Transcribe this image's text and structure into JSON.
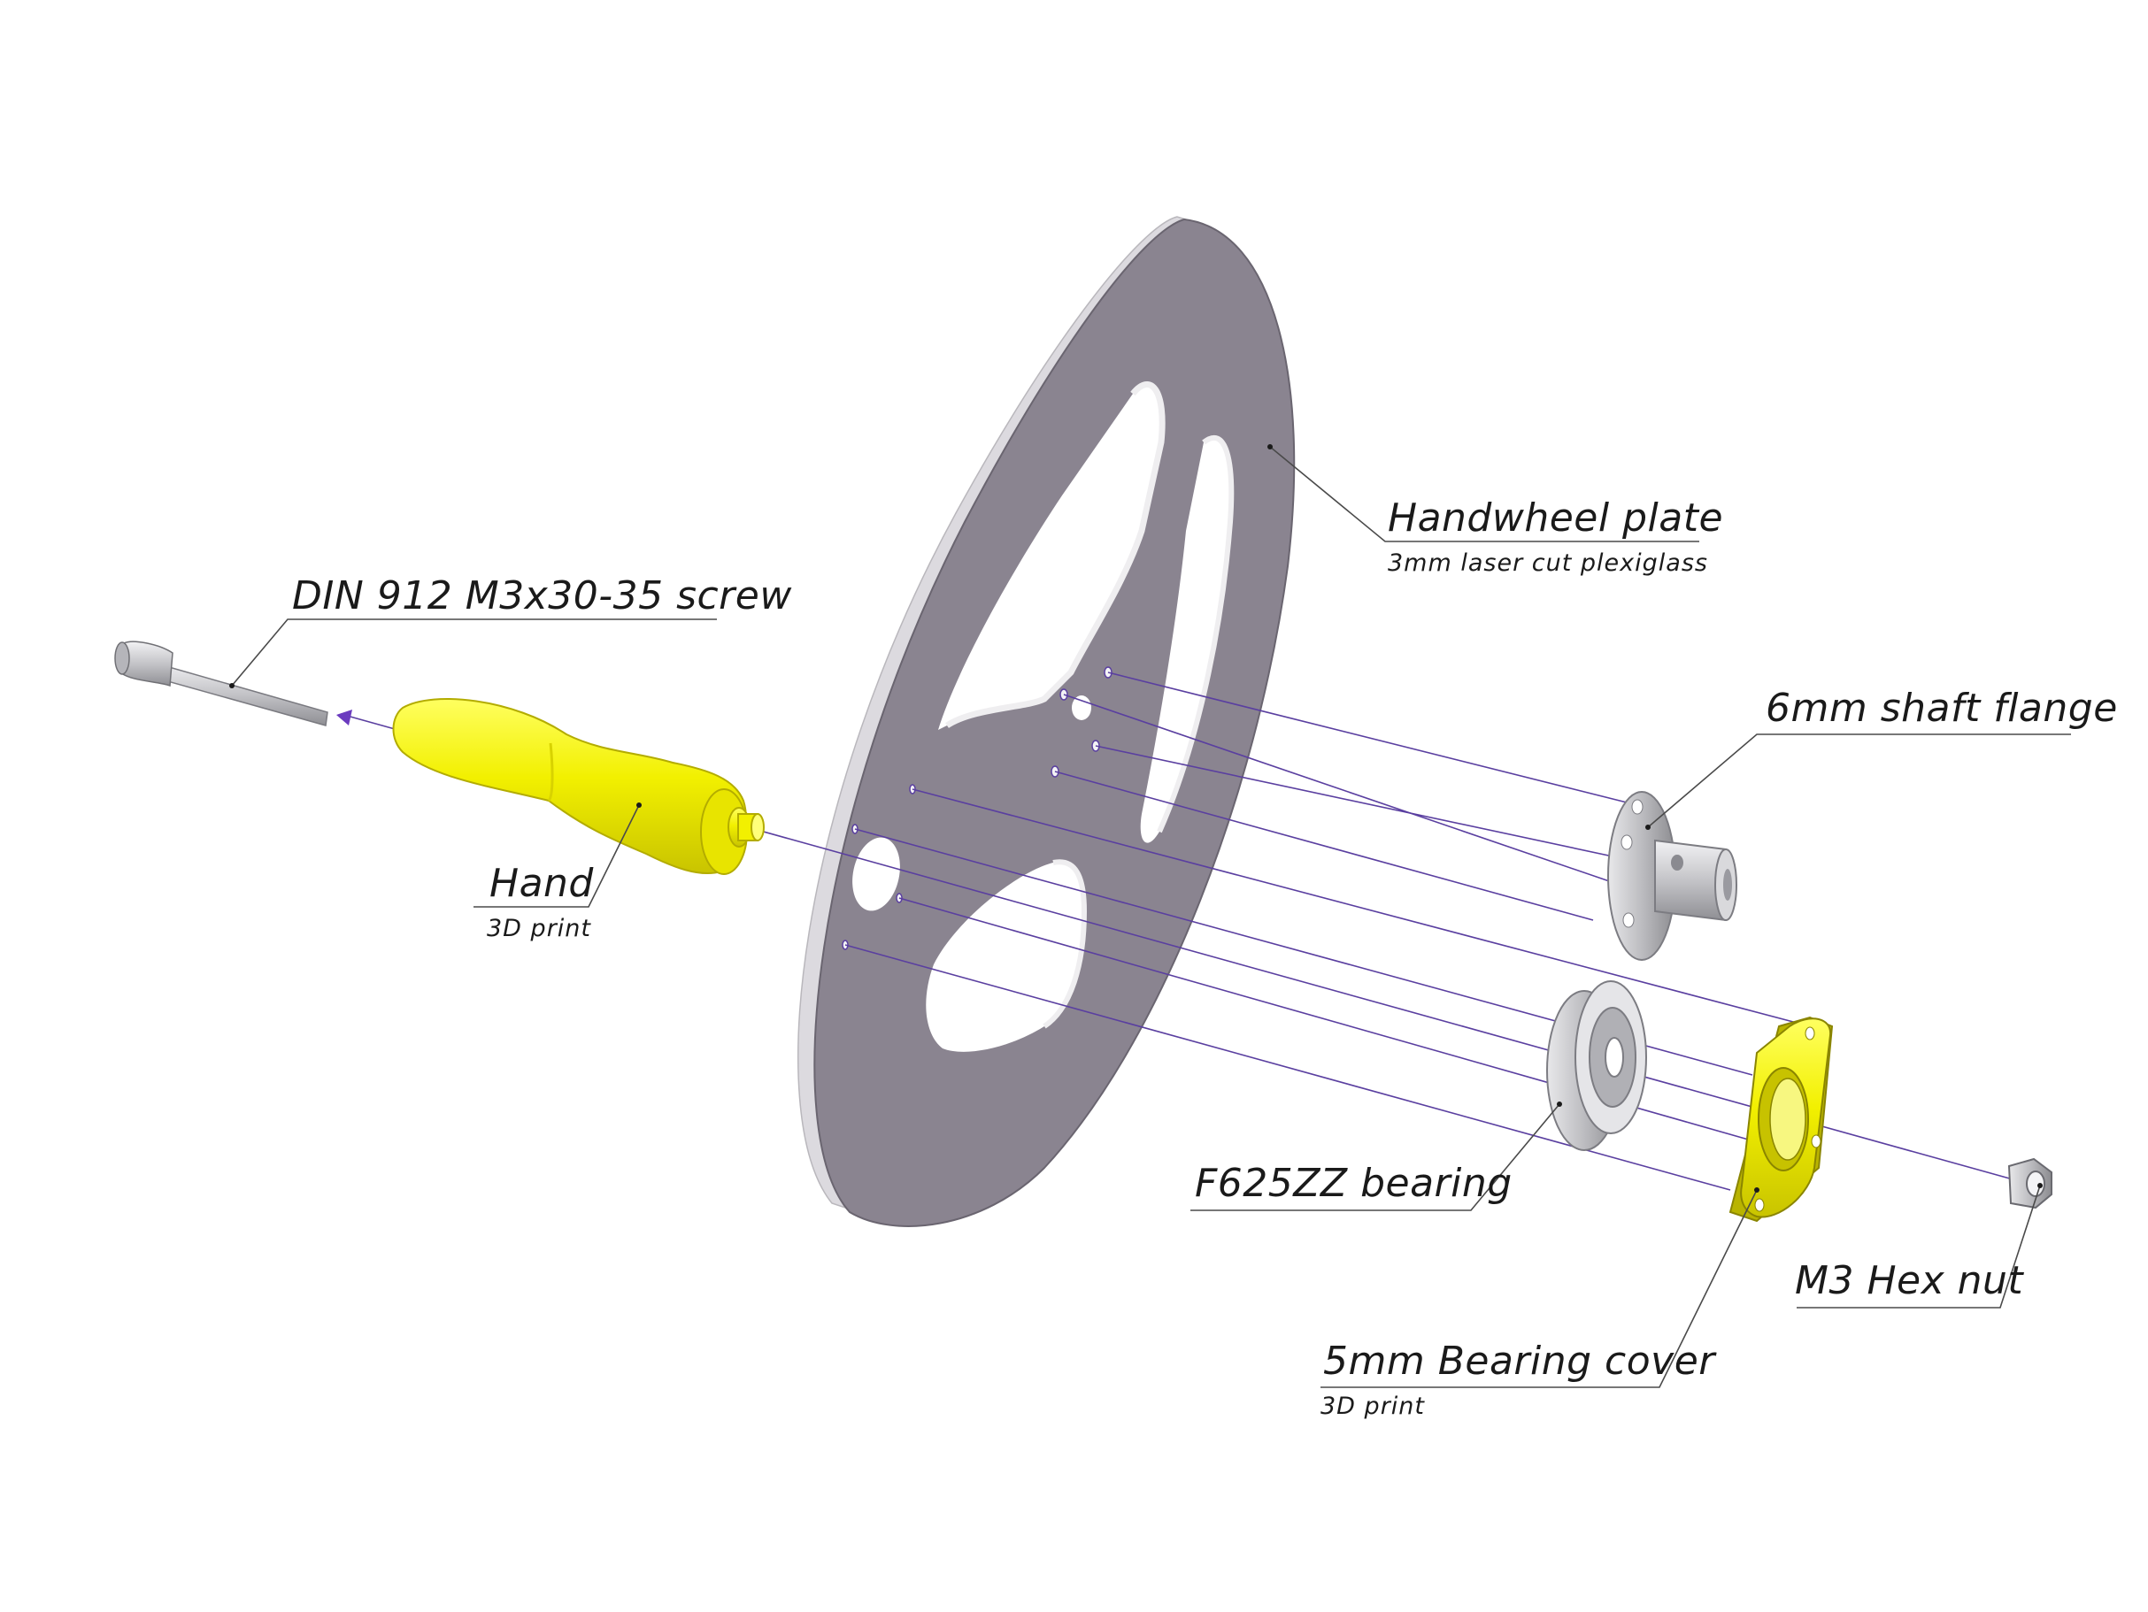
{
  "colors": {
    "plate_face": "#8a8490",
    "plate_edge": "#d2d0d4",
    "printed_part": "#f2f000",
    "metal": "#c9c9cc",
    "axis_line": "#5a3fa0",
    "label_text": "#1a1a1a"
  },
  "parts": {
    "screw": {
      "title": "DIN 912 M3x30-35 screw",
      "subtitle": ""
    },
    "hand": {
      "title": "Hand",
      "subtitle": "3D print"
    },
    "plate": {
      "title": "Handwheel plate",
      "subtitle": "3mm laser cut plexiglass"
    },
    "shaft_flange": {
      "title": "6mm shaft flange",
      "subtitle": ""
    },
    "bearing": {
      "title": "F625ZZ bearing",
      "subtitle": ""
    },
    "hex_nut": {
      "title": "M3 Hex nut",
      "subtitle": ""
    },
    "bearing_cover": {
      "title": "5mm Bearing cover",
      "subtitle": "3D print"
    }
  }
}
